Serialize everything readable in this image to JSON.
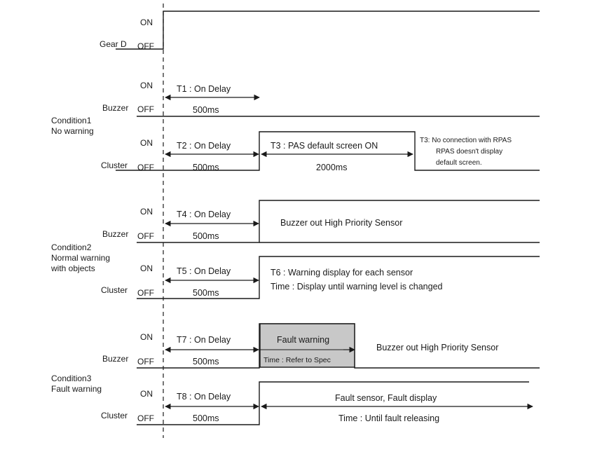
{
  "states": {
    "on": "ON",
    "off": "OFF",
    "off_alt": "OFF"
  },
  "signals": {
    "gear_d": "Gear D",
    "buzzer": "Buzzer",
    "cluster": "Cluster"
  },
  "conditions": {
    "c1": {
      "line1": "Condition1",
      "line2": "No warning"
    },
    "c2": {
      "line1": "Condition2",
      "line2": "Normal warning",
      "line3": "with objects"
    },
    "c3": {
      "line1": "Condition3",
      "line2": "Fault warning"
    }
  },
  "timing": {
    "t1": "T1 : On Delay",
    "t2": "T2 : On Delay",
    "t3": "T3 : PAS default screen ON",
    "t3_note": {
      "line1": "T3: No connection with RPAS",
      "line2": "RPAS doesn't display",
      "line3": "default screen."
    },
    "t4": "T4 : On Delay",
    "t5": "T5 : On Delay",
    "t6": {
      "line1": "T6 : Warning display for each sensor",
      "line2": "Time : Display until warning level is changed"
    },
    "t7": "T7 : On Delay",
    "t8": "T8 : On Delay",
    "d500": "500ms",
    "d2000": "2000ms",
    "buzzer_out": "Buzzer out High Priority Sensor",
    "fault_box": {
      "title": "Fault warning",
      "time": "Time : Refer to Spec"
    },
    "fault_display": {
      "line1": "Fault sensor, Fault display",
      "line2": "Time : Until fault releasing"
    }
  },
  "colors": {
    "line": "#1a1a1a",
    "box_fill": "#c8c8c8"
  }
}
